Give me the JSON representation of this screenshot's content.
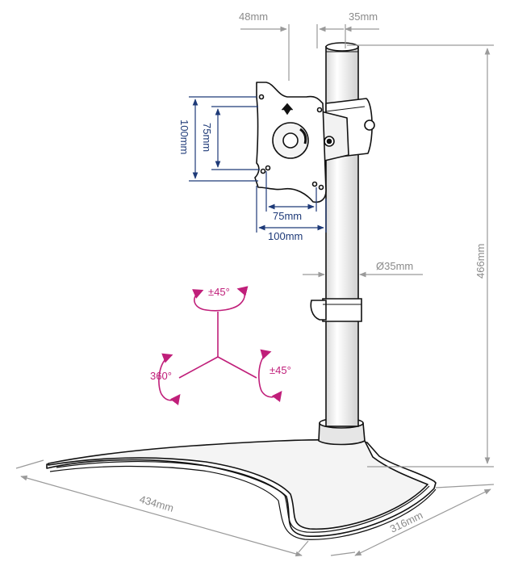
{
  "dimensions": {
    "arm_offset": "48mm",
    "pole_offset": "35mm",
    "total_height": "466mm",
    "pole_diameter": "Ø35mm",
    "vesa_large_vertical": "100mm",
    "vesa_small_vertical": "75mm",
    "vesa_small_horizontal": "75mm",
    "vesa_large_horizontal": "100mm",
    "base_width": "434mm",
    "base_depth": "316mm"
  },
  "rotation": {
    "tilt": "±45°",
    "swivel": "±45°",
    "rotate": "360°"
  },
  "colors": {
    "dimension_grey": "#9a9a9a",
    "vesa_blue": "#1e3a78",
    "rotation_pink": "#c01f7a",
    "outline": "#111111"
  }
}
